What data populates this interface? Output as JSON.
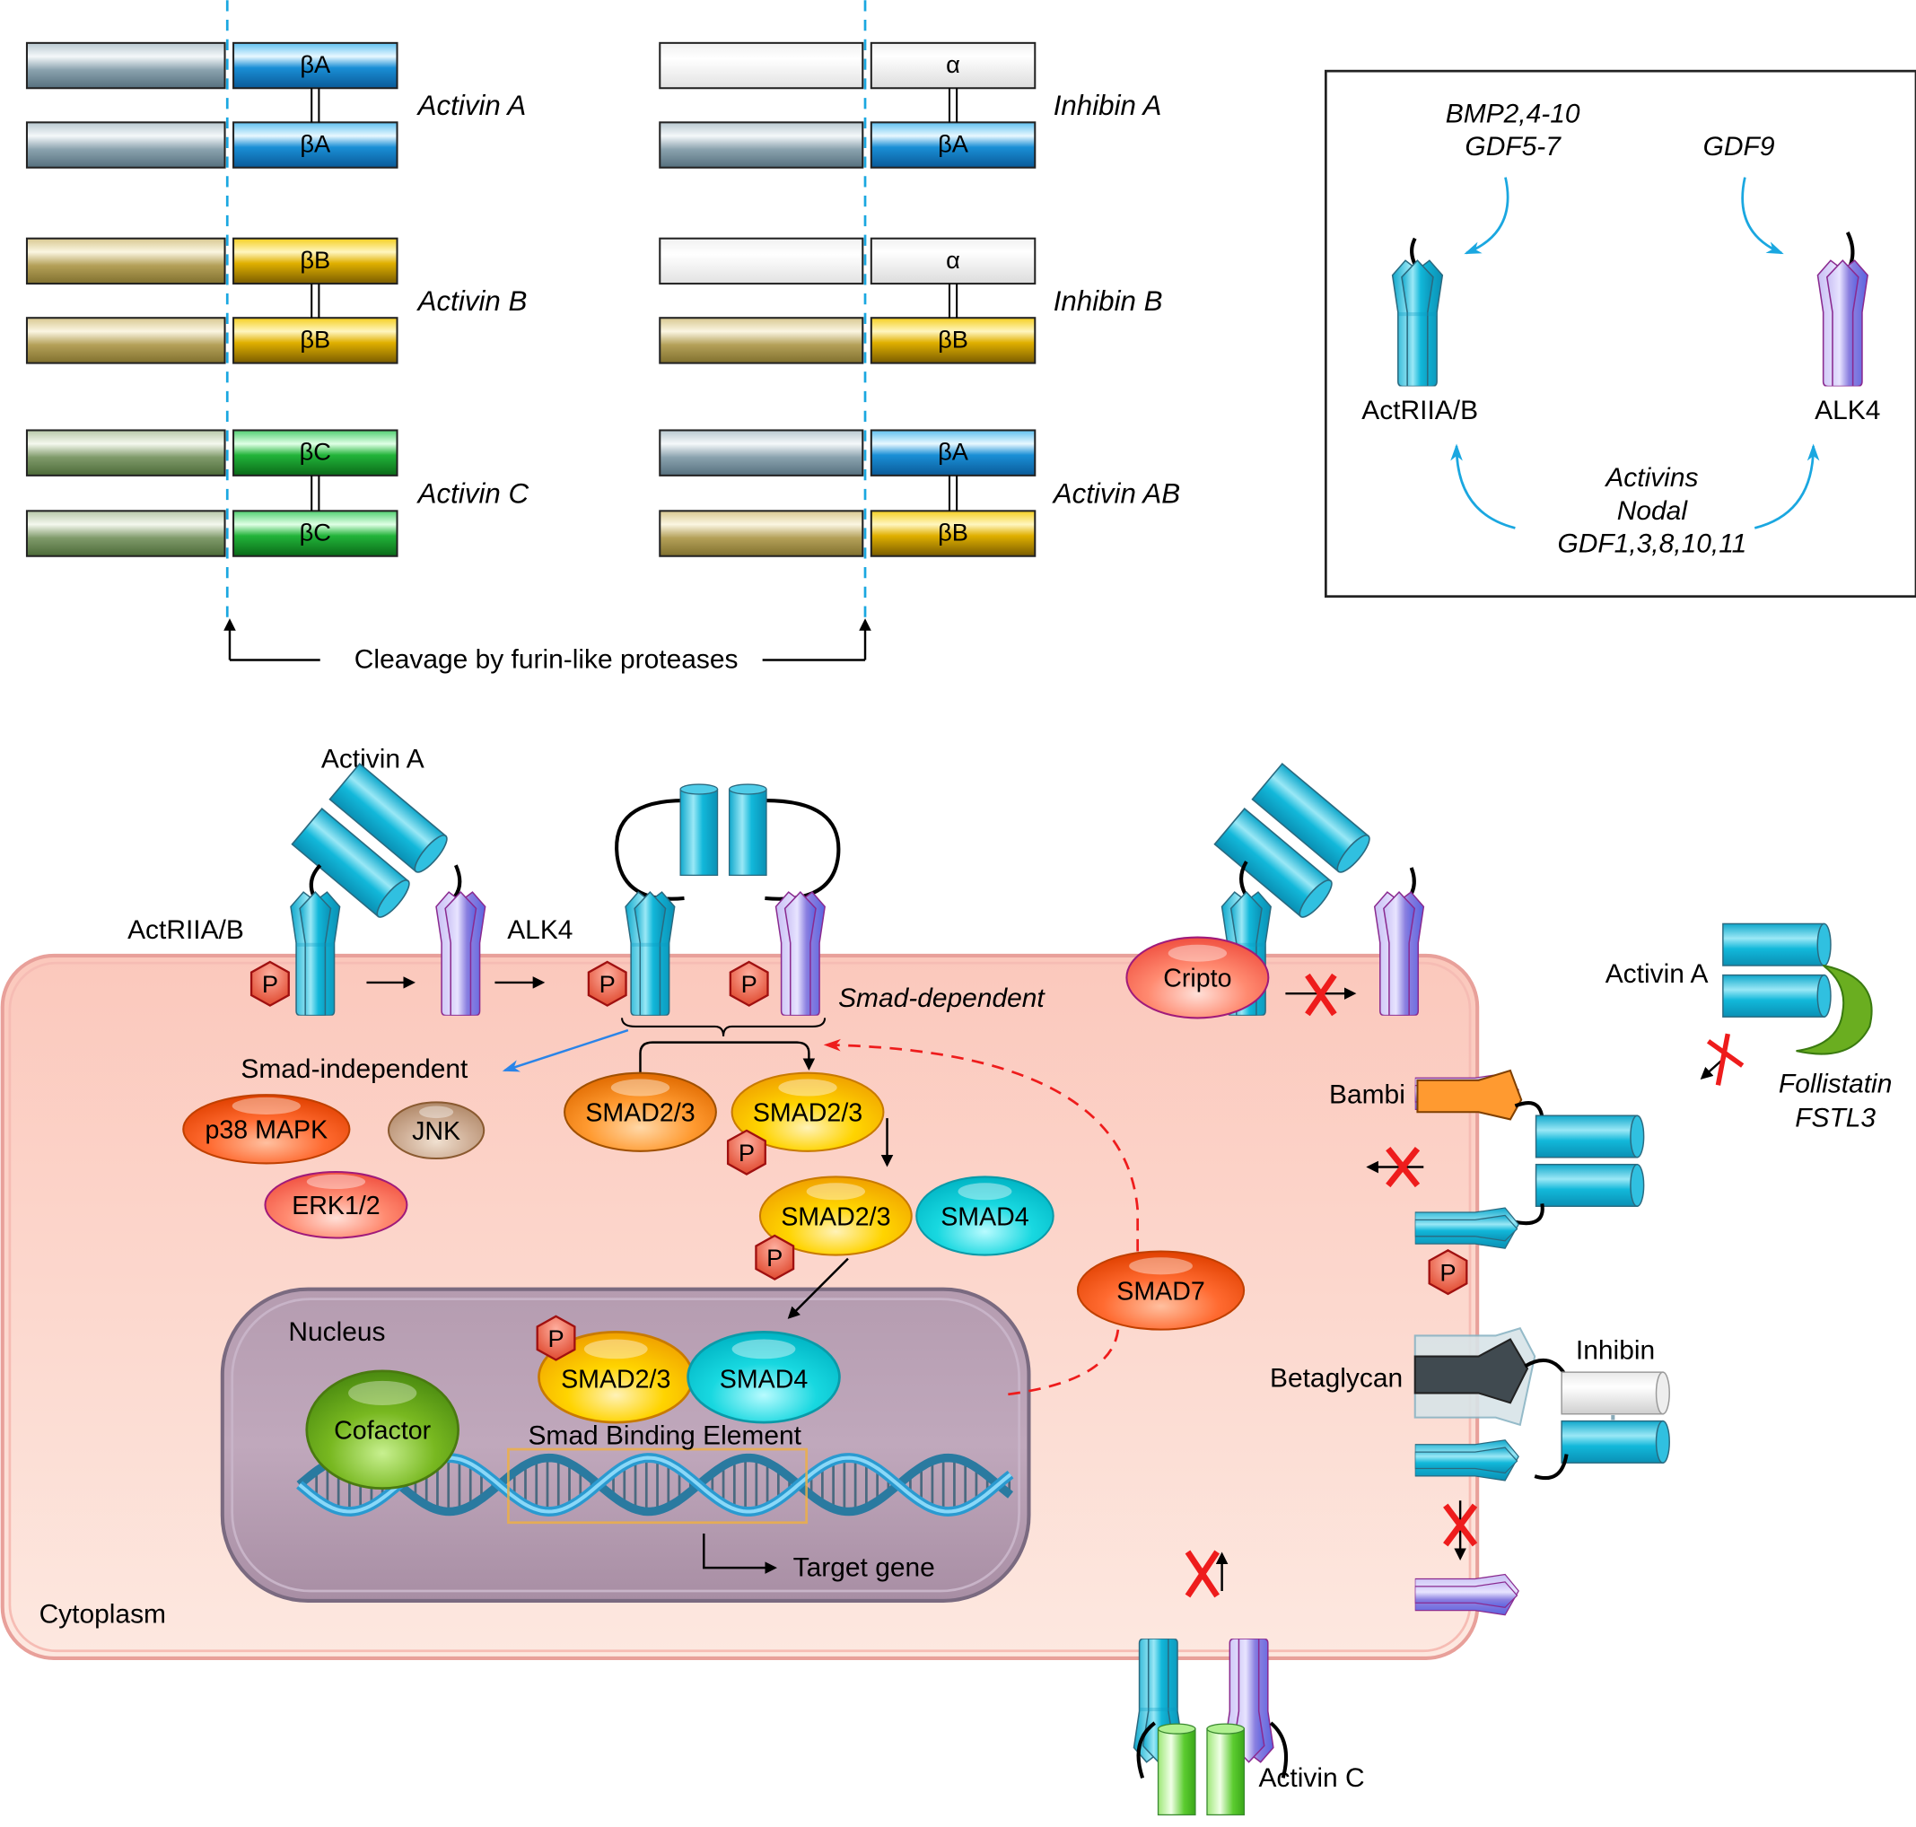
{
  "title": "Activin / Inhibin structure and signaling",
  "top_left": {
    "cleavage_label": "Cleavage by furin-like proteases",
    "dimers": [
      {
        "name": "Activin A",
        "top": {
          "label": "βA",
          "kind": "betaA"
        },
        "bottom": {
          "label": "βA",
          "kind": "betaA"
        }
      },
      {
        "name": "Activin B",
        "top": {
          "label": "βB",
          "kind": "betaB"
        },
        "bottom": {
          "label": "βB",
          "kind": "betaB"
        }
      },
      {
        "name": "Activin C",
        "top": {
          "label": "βC",
          "kind": "betaC"
        },
        "bottom": {
          "label": "βC",
          "kind": "betaC"
        }
      },
      {
        "name": "Inhibin A",
        "top": {
          "label": "α",
          "kind": "alpha"
        },
        "bottom": {
          "label": "βA",
          "kind": "betaA"
        }
      },
      {
        "name": "Inhibin B",
        "top": {
          "label": "α",
          "kind": "alpha"
        },
        "bottom": {
          "label": "βB",
          "kind": "betaB"
        }
      },
      {
        "name": "Activin AB",
        "top": {
          "label": "βA",
          "kind": "betaA"
        },
        "bottom": {
          "label": "βB",
          "kind": "betaB"
        }
      }
    ]
  },
  "ligand_box": {
    "left_ligands": [
      "BMP2,4-10",
      "GDF5-7"
    ],
    "right_ligands": [
      "GDF9"
    ],
    "shared_ligands": [
      "Activins",
      "Nodal",
      "GDF1,3,8,10,11"
    ],
    "left_receptor": "ActRIIA/B",
    "right_receptor": "ALK4"
  },
  "signaling": {
    "activin_a_label": "Activin A",
    "actriia_label": "ActRIIA/B",
    "alk4_label": "ALK4",
    "p_label": "P",
    "smad_dependent": "Smad-dependent",
    "smad_independent": "Smad-independent",
    "mapk": [
      "p38 MAPK",
      "JNK",
      "ERK1/2"
    ],
    "smad23": "SMAD2/3",
    "smad4": "SMAD4",
    "smad7": "SMAD7",
    "nucleus": "Nucleus",
    "cofactor": "Cofactor",
    "sbe": "Smad Binding Element",
    "target_gene": "Target gene",
    "cytoplasm": "Cytoplasm",
    "cripto": "Cripto",
    "activin_a_right": "Activin A",
    "follistatin": [
      "Follistatin",
      "FSTL3"
    ],
    "bambi": "Bambi",
    "betaglycan": "Betaglycan",
    "inhibin": "Inhibin",
    "activin_c": "Activin C"
  },
  "colors": {
    "betaA": "#1a8fd6",
    "betaB": "#e0b000",
    "betaC": "#22b43a",
    "alpha": "#eeeeee",
    "pro_betaA": "#7f9aa8",
    "pro_betaB": "#b8a35a",
    "pro_betaC": "#7f9a6a",
    "pro_alpha": "#f2f2f2",
    "cyan_receptor": "#1fb8d8",
    "purple_receptor": "#8a7fe0",
    "cell": "#fbd0c6",
    "nucleus": "#b49aae",
    "cleavage_line": "#1aa7e0",
    "inhibit_x": "#ff0000"
  }
}
